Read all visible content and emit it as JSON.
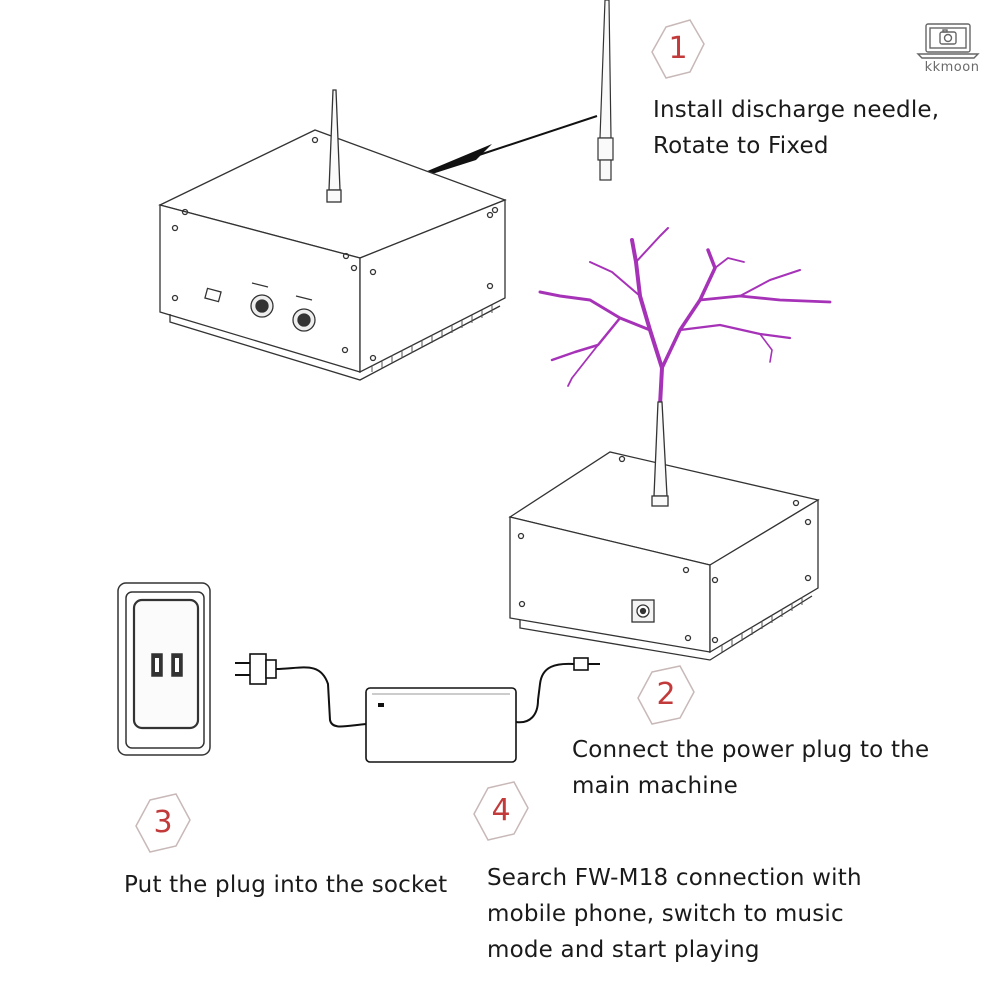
{
  "brand": {
    "name": "kkmoon",
    "icon": "laptop-camera-icon"
  },
  "steps": [
    {
      "number": "1",
      "lines": [
        "Install discharge needle,",
        "Rotate to Fixed"
      ]
    },
    {
      "number": "2",
      "lines": [
        "Connect the power plug to the",
        "main machine"
      ]
    },
    {
      "number": "3",
      "lines": [
        "Put the plug into the socket"
      ]
    },
    {
      "number": "4",
      "lines": [
        "Search FW-M18 connection with",
        "mobile phone, switch to music",
        "mode and start playing"
      ]
    }
  ],
  "colors": {
    "step_number": "#c23a3a",
    "arc": "#a632b8",
    "line_art": "#333333"
  }
}
